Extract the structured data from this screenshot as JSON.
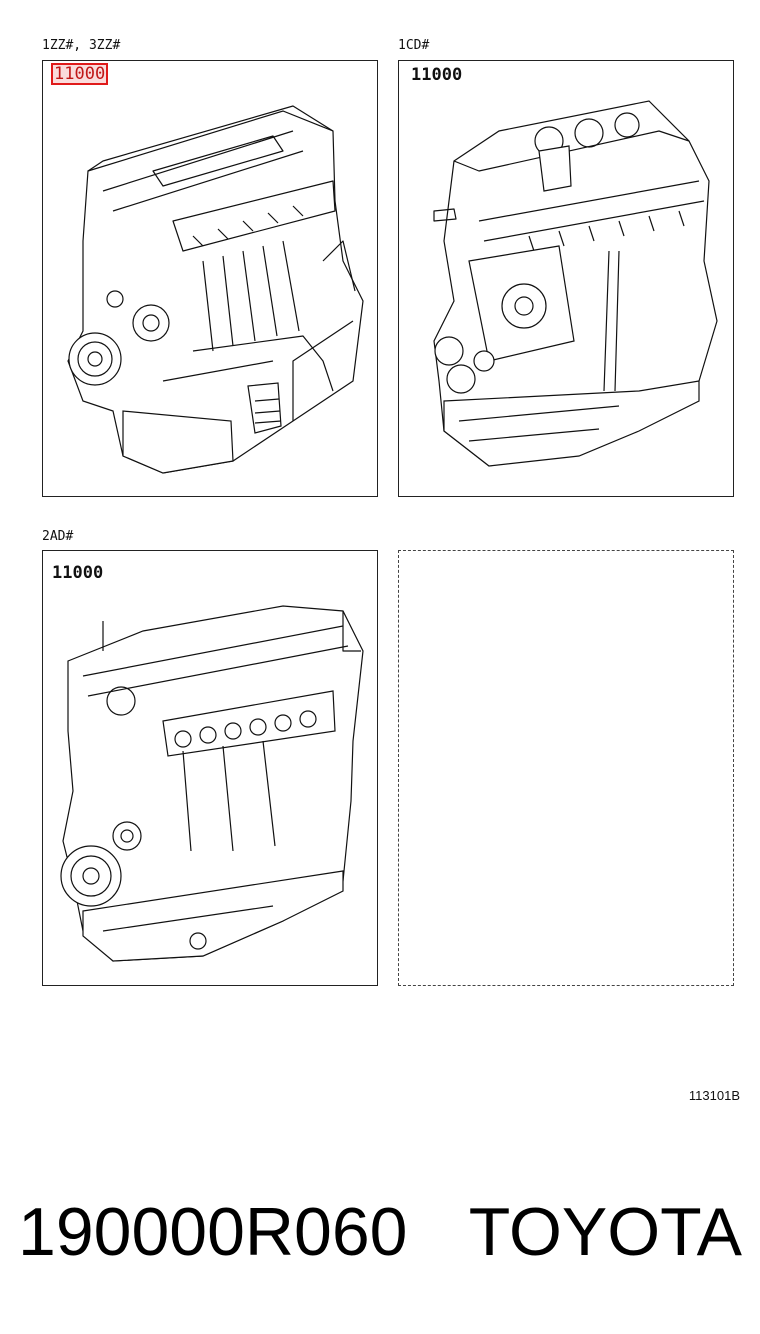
{
  "panels": [
    {
      "engine": "1ZZ#, 3ZZ#",
      "part": "11000"
    },
    {
      "engine": "1CD#",
      "part": "11000"
    },
    {
      "engine": "2AD#",
      "part": "11000"
    },
    {
      "engine": "",
      "part": ""
    }
  ],
  "highlight_color": "#e01a1a",
  "illustration_ref": "113101B",
  "footer": {
    "part_number": "190000R060",
    "brand": "TOYOTA"
  }
}
